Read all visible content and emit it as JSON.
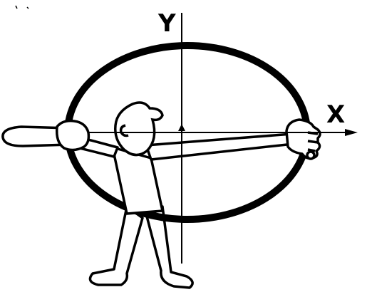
{
  "diagram": {
    "axes": {
      "x_label": "X",
      "y_label": "Y"
    },
    "elements": [
      "ellipse-ring",
      "x-axis",
      "y-axis",
      "figure"
    ],
    "colors": {
      "ink": "#000000",
      "background": "#ffffff"
    }
  }
}
